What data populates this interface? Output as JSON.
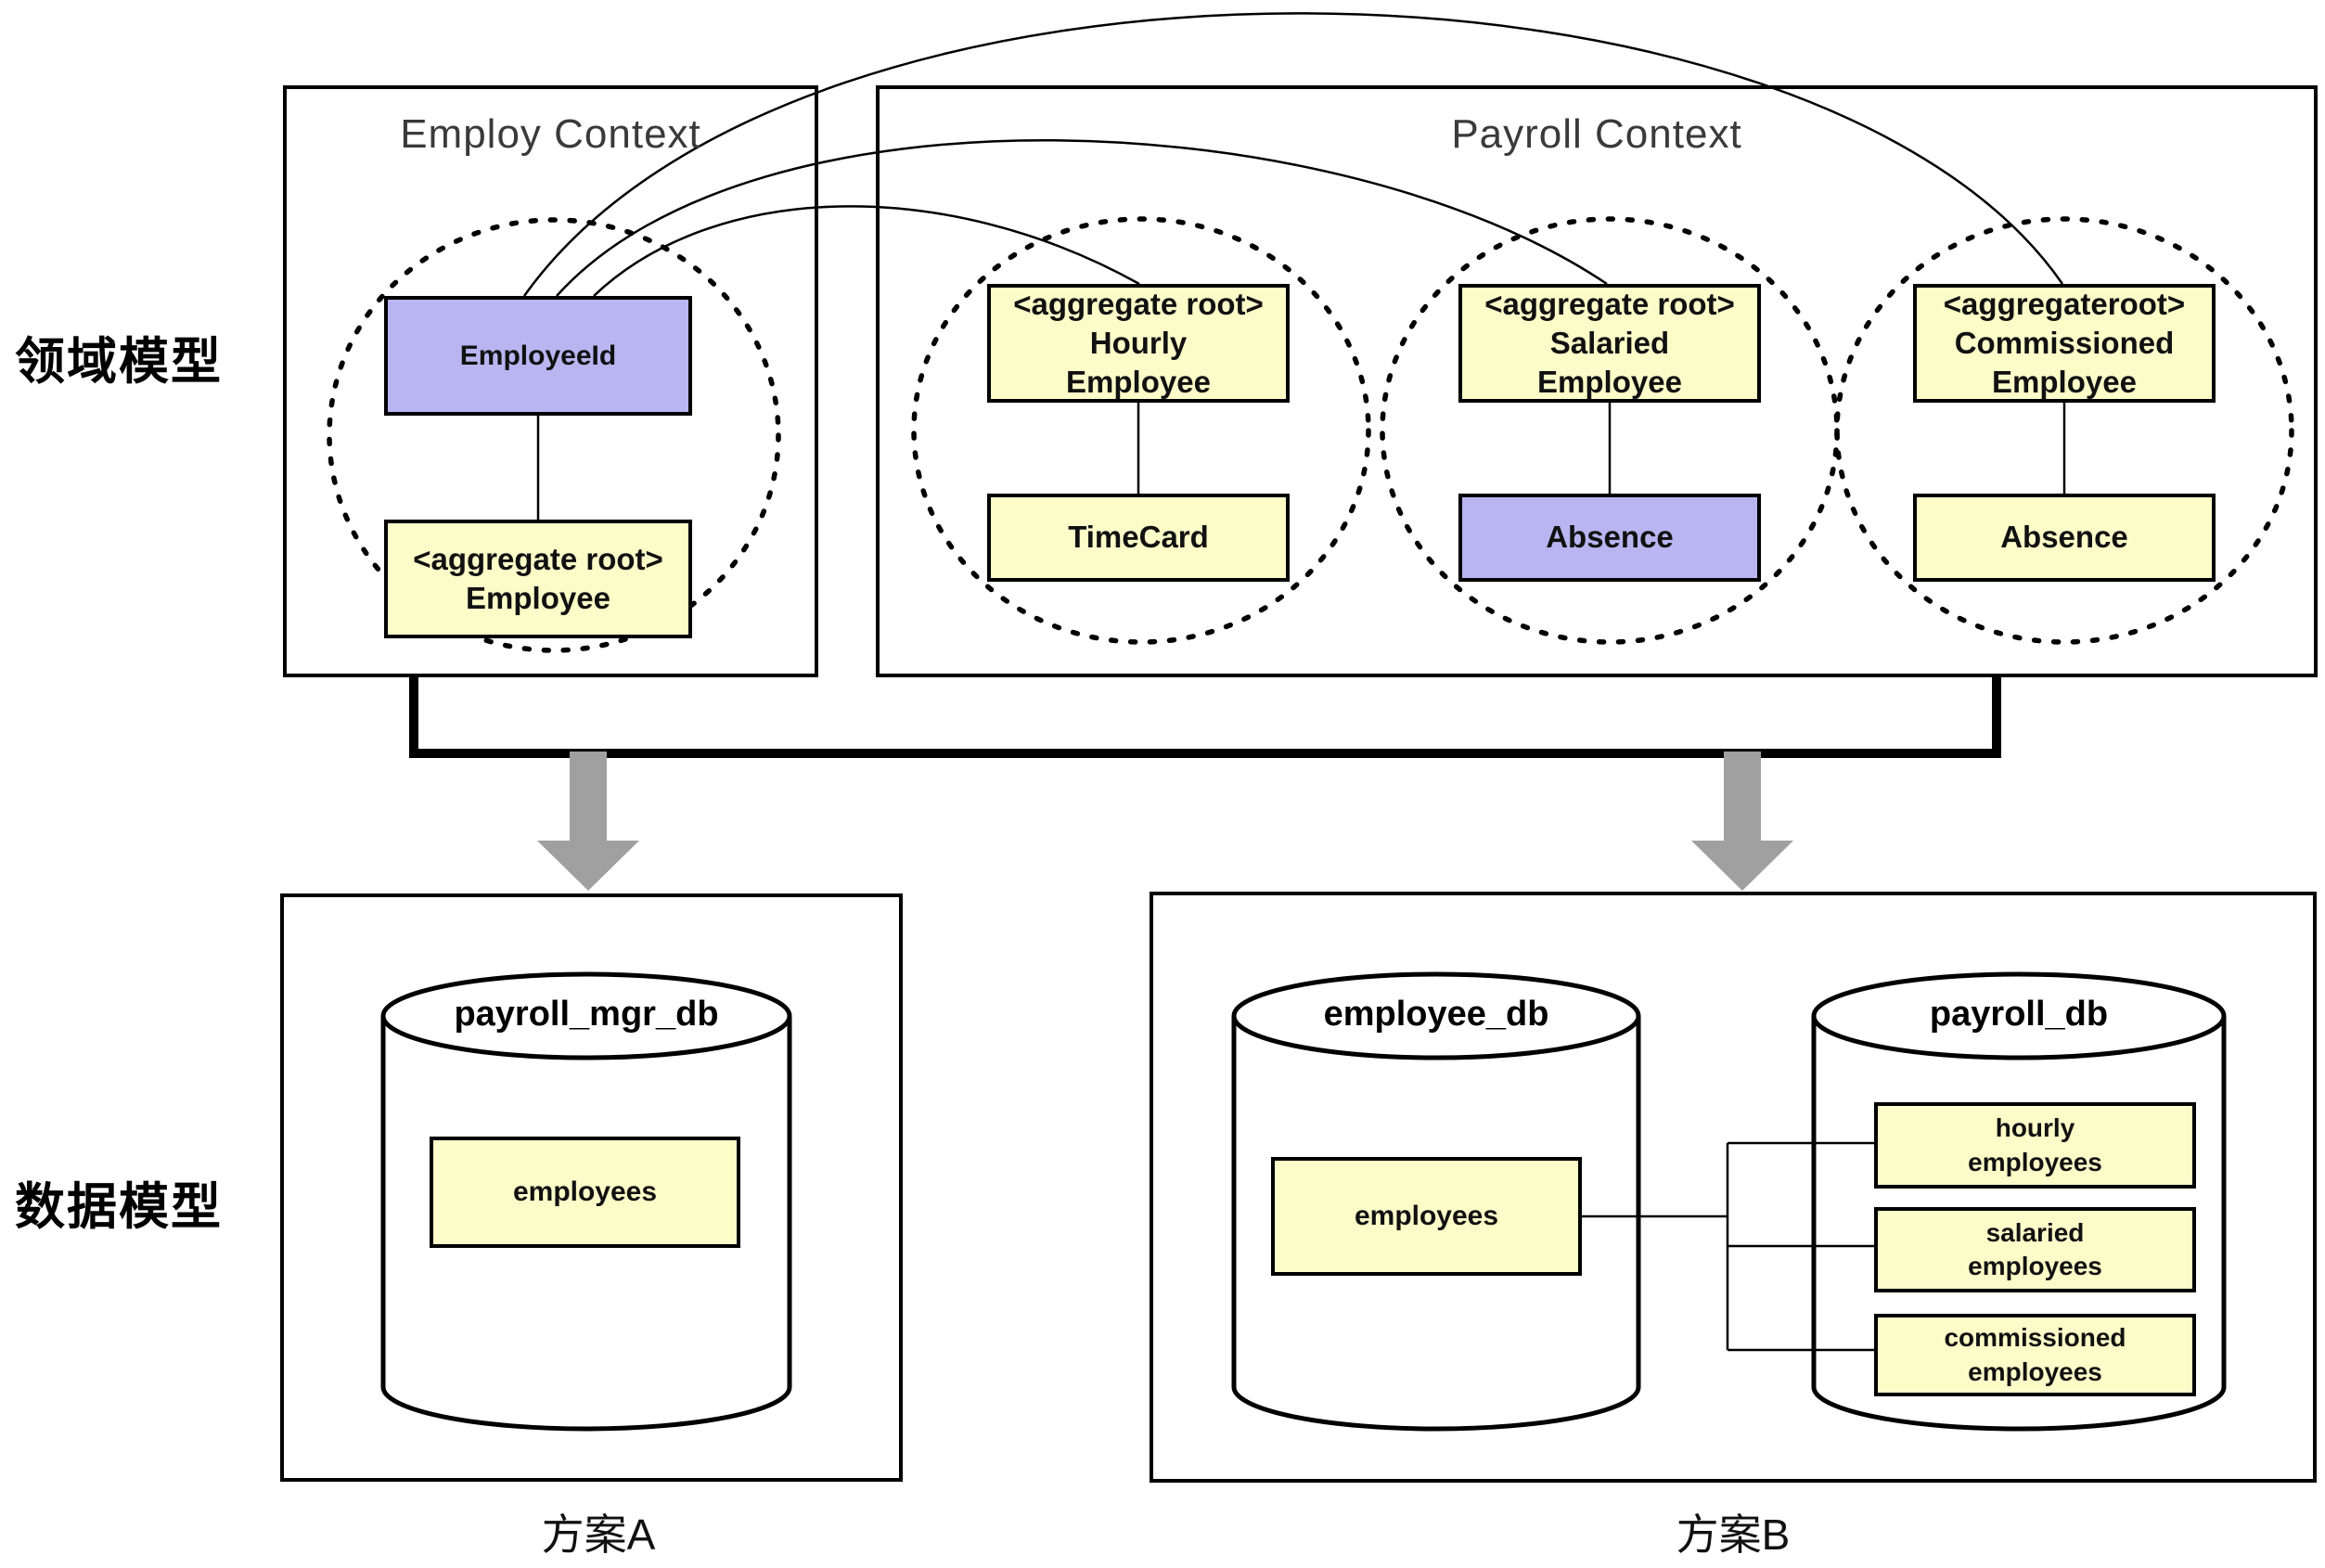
{
  "labels": {
    "domain_model": "领域模型",
    "data_model": "数据模型",
    "plan_a": "方案A",
    "plan_b": "方案B"
  },
  "domain_layer": {
    "employ_context": {
      "title": "Employ Context",
      "employee_id": "EmployeeId",
      "employee_root": "<aggregate root>\nEmployee"
    },
    "payroll_context": {
      "title": "Payroll Context",
      "aggregates": [
        {
          "root": "<aggregate root>\nHourly\nEmployee",
          "child": "TimeCard"
        },
        {
          "root": "<aggregate root>\nSalaried\nEmployee",
          "child": "Absence"
        },
        {
          "root": "<aggregateroot>\nCommissioned\nEmployee",
          "child": "Absence"
        }
      ]
    }
  },
  "data_layer": {
    "plan_a": {
      "db_name": "payroll_mgr_db",
      "table": "employees"
    },
    "plan_b": {
      "employee_db": {
        "name": "employee_db",
        "table": "employees"
      },
      "payroll_db": {
        "name": "payroll_db",
        "tables": [
          "hourly\nemployees",
          "salaried\nemployees",
          "commissioned\nemployees"
        ]
      }
    }
  },
  "colors": {
    "entity_yellow": "#FCFCC9",
    "entity_purple": "#B9B5F1",
    "arrow_gray": "#A0A0A0",
    "line_black": "#000000",
    "title_gray": "#3A3A3A"
  }
}
